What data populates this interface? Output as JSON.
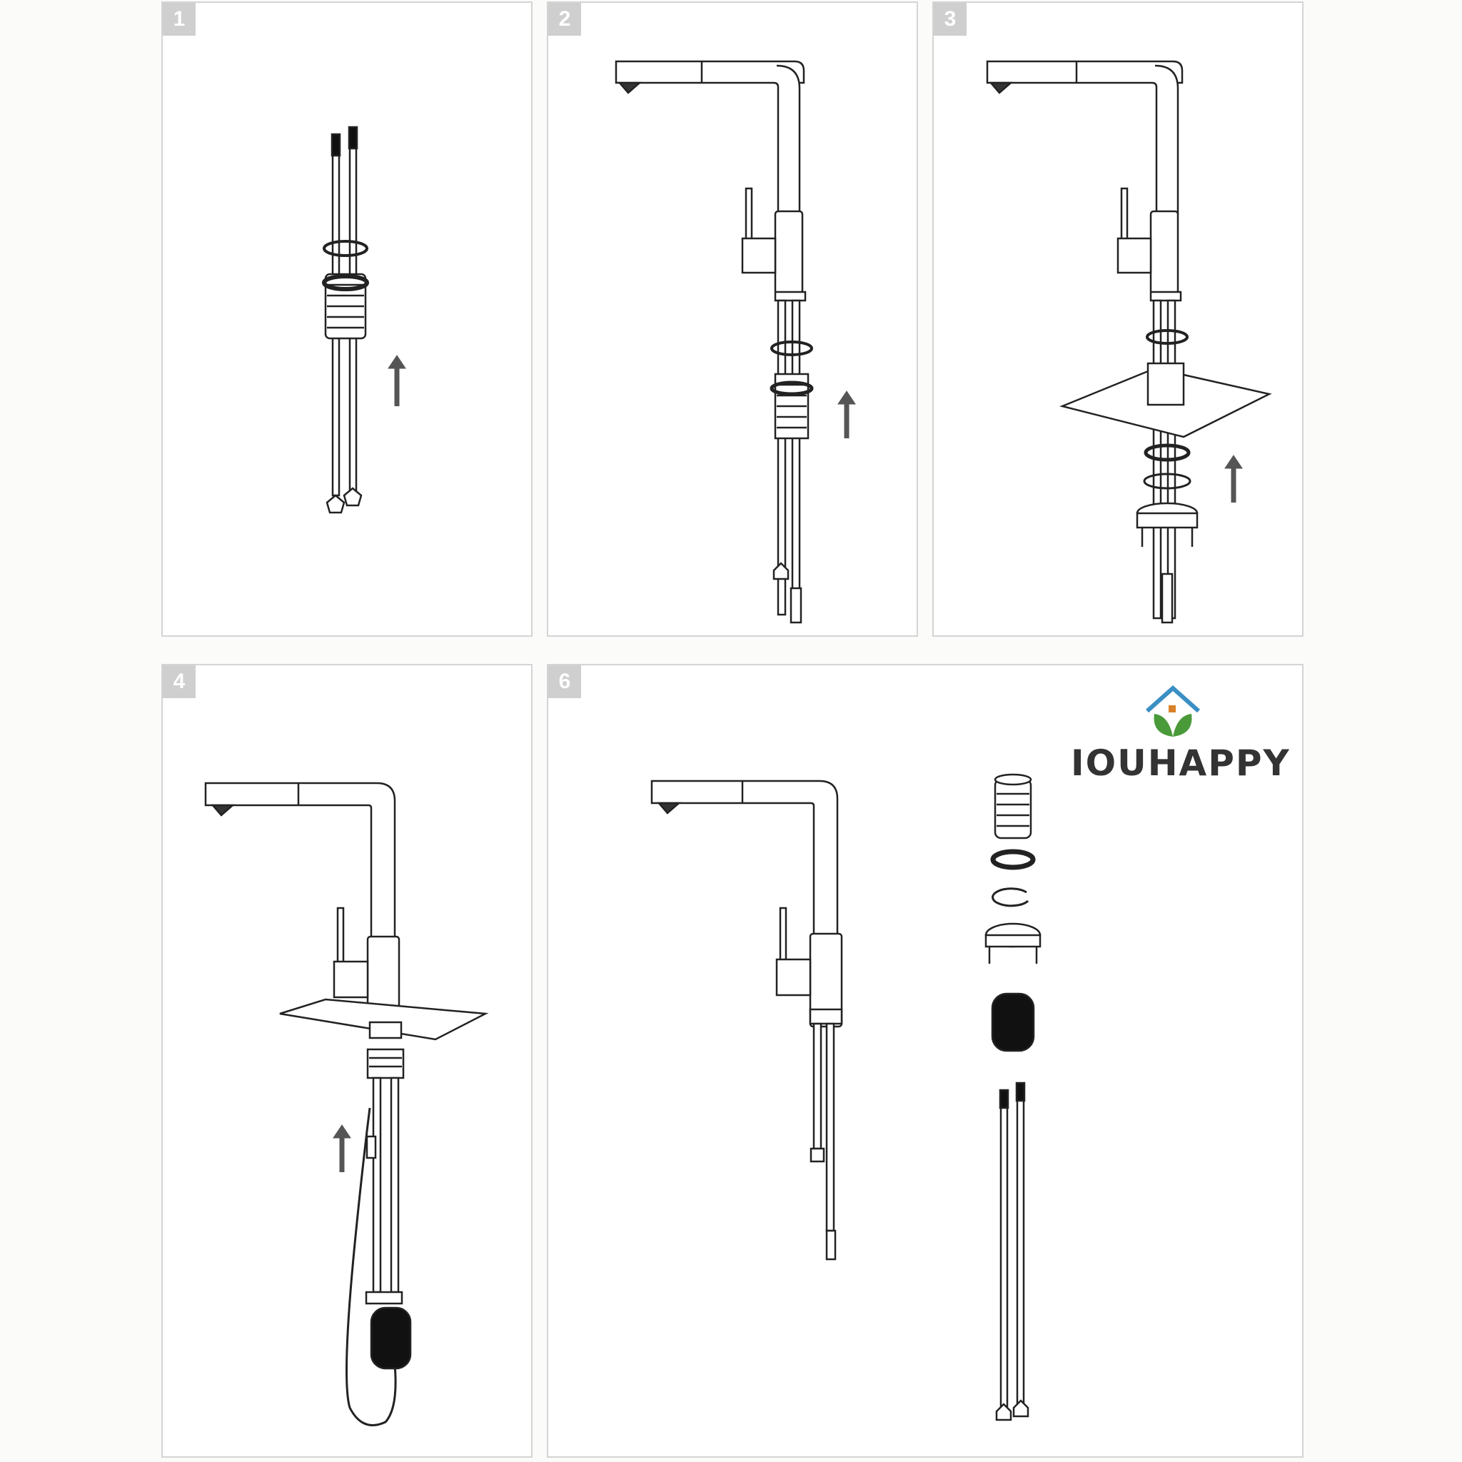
{
  "steps": [
    {
      "label": "1"
    },
    {
      "label": "2"
    },
    {
      "label": "3"
    },
    {
      "label": "4"
    },
    {
      "label": "6"
    }
  ],
  "brand": {
    "name": "IOUHAPPY",
    "logo_icon": "house-leaf-logo-icon",
    "colors": {
      "roof": "#3a8fc4",
      "leaf": "#4a9a3a",
      "accent": "#d9822b"
    }
  },
  "icons": {
    "direction": "up-arrow-icon"
  }
}
